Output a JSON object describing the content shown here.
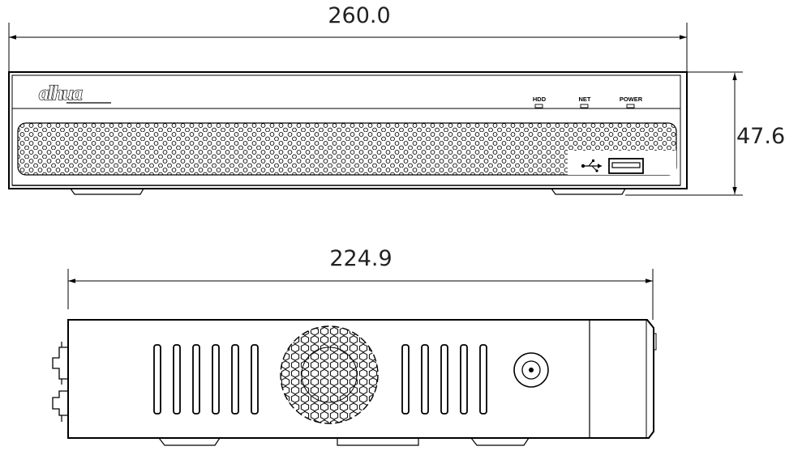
{
  "dimensions": {
    "front_width": "260.0",
    "front_height": "47.6",
    "side_depth": "224.9"
  },
  "front_panel": {
    "brand": "alhua",
    "indicators": [
      "HDD",
      "NET",
      "POWER"
    ],
    "usb_symbol": "⭠"
  },
  "colors": {
    "line": "#000000",
    "background": "#ffffff",
    "text": "#222222"
  }
}
